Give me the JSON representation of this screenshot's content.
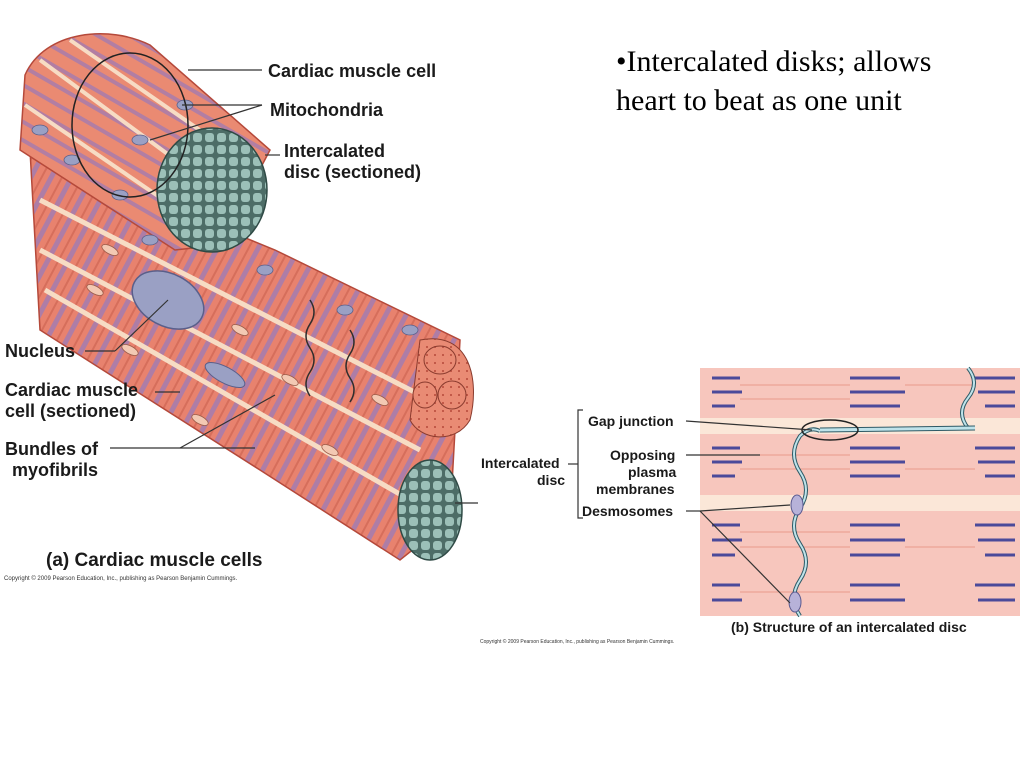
{
  "slide": {
    "bullet_line1": "•Intercalated disks; allows",
    "bullet_line2": "heart to beat as one unit"
  },
  "figure_a": {
    "labels": {
      "cardiac_muscle_cell": "Cardiac muscle cell",
      "mitochondria": "Mitochondria",
      "intercalated_disc_line1": "Intercalated",
      "intercalated_disc_line2": "disc (sectioned)",
      "nucleus": "Nucleus",
      "cell_sectioned_line1": "Cardiac muscle",
      "cell_sectioned_line2": "cell (sectioned)",
      "bundles_line1": "Bundles of",
      "bundles_line2": "myofibrils"
    },
    "caption": "(a) Cardiac muscle cells",
    "copyright": "Copyright © 2009 Pearson Education, Inc., publishing as Pearson Benjamin Cummings."
  },
  "figure_b": {
    "labels": {
      "gap_junction": "Gap junction",
      "opposing_line1": "Opposing",
      "opposing_line2": "plasma",
      "opposing_line3": "membranes",
      "desmosomes": "Desmosomes",
      "intercalated_line1": "Intercalated",
      "intercalated_line2": "disc"
    },
    "caption": "(b) Structure of an intercalated disc",
    "copyright": "Copyright © 2009 Pearson Education, Inc., publishing as Pearson Benjamin Cummings."
  },
  "colors": {
    "muscle": "#e8826e",
    "muscle_dark": "#c9604e",
    "stripe": "#7b6fb0",
    "disc": "#8fb0a8",
    "disc_dark": "#4d6d67",
    "nucleus": "#9aa0c4",
    "panel_b_bg": "#f7c6bd",
    "panel_b_band": "#fbe7d8"
  }
}
